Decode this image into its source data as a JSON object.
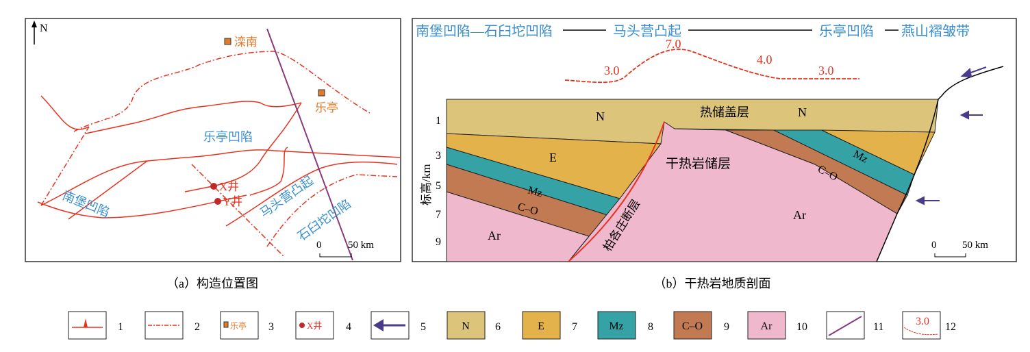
{
  "panel_a": {
    "caption": "（a）构造位置图",
    "north": "N",
    "towns": [
      "滦南",
      "乐亭"
    ],
    "wells": [
      "X井",
      "Y井"
    ],
    "units": [
      "乐亭凹陷",
      "南堡凹陷",
      "马头营凸起",
      "石臼坨凹陷"
    ],
    "scale": {
      "zero": "0",
      "label": "50 km"
    }
  },
  "panel_b": {
    "caption": "（b）干热岩地质剖面",
    "header": {
      "left": "南堡凹陷—石臼坨凹陷",
      "mid": "马头营凸起",
      "right": "乐亭凹陷",
      "far": "燕山褶皱带"
    },
    "heat_values": [
      "3.0",
      "7.0",
      "4.0",
      "3.0"
    ],
    "layer_labels": {
      "N1": "N",
      "N2": "N",
      "cap": "热储盖层",
      "E": "E",
      "Mz": "Mz",
      "CO_left": "C–O",
      "CO_right": "C–O",
      "Mz_right": "Mz",
      "Ar_left": "Ar",
      "Ar_right": "Ar",
      "reservoir": "干热岩储层",
      "fault": "柏各庄断层"
    },
    "y_axis": {
      "label": "标高/km",
      "ticks": [
        "1",
        "3",
        "5",
        "7",
        "9"
      ]
    },
    "scale": {
      "zero": "0",
      "label": "50 km"
    }
  },
  "legend": [
    {
      "num": "1",
      "label": ""
    },
    {
      "num": "2",
      "label": ""
    },
    {
      "num": "3",
      "label": "乐亭"
    },
    {
      "num": "4",
      "label": "X井"
    },
    {
      "num": "5",
      "label": ""
    },
    {
      "num": "6",
      "label": "N"
    },
    {
      "num": "7",
      "label": "E"
    },
    {
      "num": "8",
      "label": "Mz"
    },
    {
      "num": "9",
      "label": "C–O"
    },
    {
      "num": "10",
      "label": "Ar"
    },
    {
      "num": "11",
      "label": ""
    },
    {
      "num": "12",
      "label": "3.0"
    }
  ],
  "colors": {
    "N": "#dcc47a",
    "E": "#e3b24a",
    "Mz": "#35a2a6",
    "CO": "#c27a52",
    "Ar": "#f0b8cc",
    "fault": "#e8321e",
    "arrow": "#4a3a8a",
    "line": "#8a3a7a"
  }
}
